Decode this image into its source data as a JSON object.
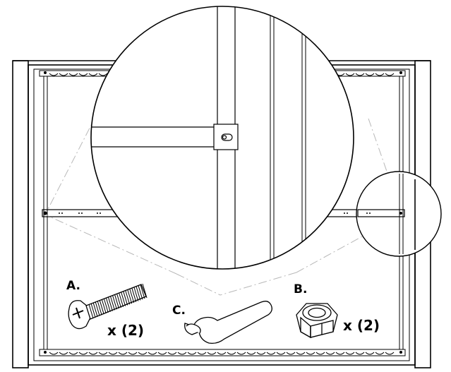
{
  "diagram": {
    "parts": [
      {
        "letter": "A.",
        "qty": "x (2)",
        "icon": "pan-head-screw-icon"
      },
      {
        "letter": "B.",
        "qty": "x (2)",
        "icon": "hex-lock-nut-icon"
      },
      {
        "letter": "C.",
        "qty": "",
        "icon": "open-end-wrench-icon"
      }
    ],
    "colors": {
      "line": "#000000",
      "guide": "#b8b8b8",
      "background": "#ffffff"
    }
  }
}
